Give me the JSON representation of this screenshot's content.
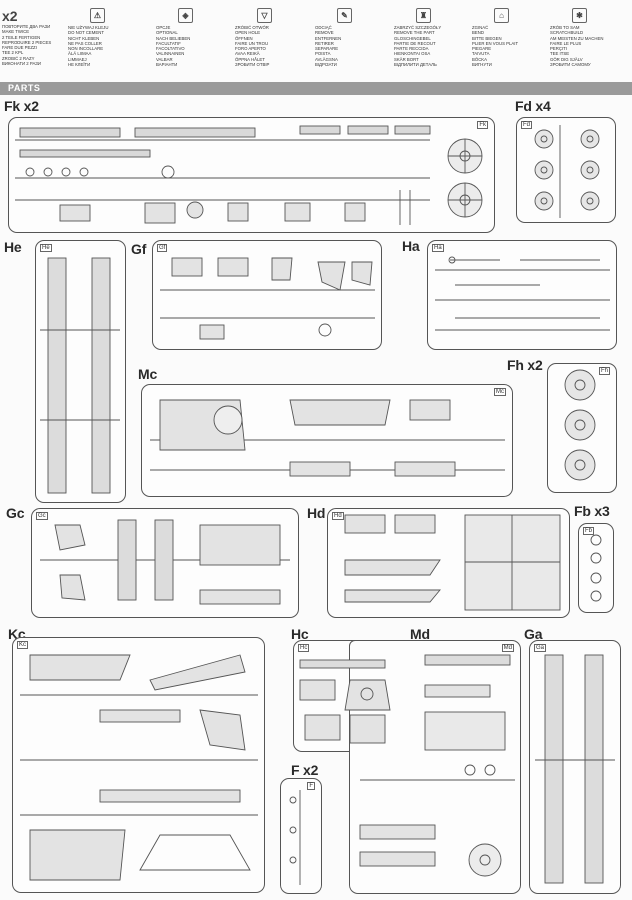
{
  "legend": [
    {
      "icon": "x2",
      "lines": [
        "ПОВТОРИТЕ ДВА РАЗИ",
        "MAKE TWICE",
        "2 TEILE FERTIGEN",
        "REPRODUIRE 2 PIECES",
        "FARE DUE PEZZI",
        "TEE 2 KPL",
        "ZROBIĆ 2 RAZY",
        "ВИКОНАТИ 2 РАЗИ"
      ]
    },
    {
      "icon": "no-glue-icon",
      "lines": [
        "NIE UŻYWAJ KLEJU",
        "DO NOT CEMENT",
        "NICHT KLEBEN",
        "NE PAS COLLER",
        "NON INCOLLARE",
        "ÄLÄ LIIMAA",
        "LIMMAEJ",
        "НЕ КЛЕЇТИ"
      ]
    },
    {
      "icon": "optional-icon",
      "lines": [
        "OPCJE",
        "OPTIONAL",
        "NACH BELIEBEN",
        "FACULTATIF",
        "FACOLTATIVO",
        "VALINNAINEN",
        "VALBAR",
        "ВАРІАНТИ"
      ]
    },
    {
      "icon": "open-hole-icon",
      "lines": [
        "ZRÓBIĆ OTWÓR",
        "OPEN HOLE",
        "ÖFFNEN",
        "FAIRE UN TROU",
        "FORO APERTO",
        "AVAA REIKÄ",
        "ÖPPNA HÅLET",
        "ЗРОБИТИ ОТВІР"
      ]
    },
    {
      "icon": "remove-icon",
      "lines": [
        "ODCIĄĆ",
        "REMOVE",
        "ENTFERNEN",
        "RETIRER",
        "SEPARARE",
        "POISTA",
        "AVLÄGSNA",
        "ВІДРІЗАТИ"
      ]
    },
    {
      "icon": "remove-part-icon",
      "lines": [
        "ZABRZYĆ SZCZEGÓŁY",
        "REMOVE THE PART",
        "GLOSCHINGEBEL",
        "PARTIE DE RECOUT",
        "PARTE RECCIDA",
        "HIENKONTAI OSA",
        "SKÄR BORT",
        "ВІДПИЛИТИ ДЕТАЛЬ"
      ]
    },
    {
      "icon": "bend-icon",
      "lines": [
        "ZGINAĆ",
        "BEND",
        "BITTE BIEGEN",
        "PLIER EN VOUS PLAIT",
        "PIEGARE",
        "TAIVUTA",
        "BÖCKA",
        "ВИГНУТИ"
      ]
    },
    {
      "icon": "scratchbuild-icon",
      "lines": [
        "ZRÓB TO SAM",
        "SCRATCHBUILD",
        "AM MEISTEN ZU MACHEN",
        "FAIRE LE PLUS",
        "PERÇITI",
        "TEE ITSE",
        "GÖR DIG SJÄLV",
        "ЗРОБИТИ САМОМУ"
      ]
    }
  ],
  "header": {
    "title": "PARTS"
  },
  "sprues": [
    {
      "id": "fk",
      "label": "Fk x2",
      "tag": "Fk"
    },
    {
      "id": "fd",
      "label": "Fd x4",
      "tag": "Fd"
    },
    {
      "id": "he",
      "label": "He",
      "tag": "He"
    },
    {
      "id": "gf",
      "label": "Gf",
      "tag": "Gf"
    },
    {
      "id": "ha",
      "label": "Ha",
      "tag": "Ha"
    },
    {
      "id": "mc",
      "label": "Mc",
      "tag": "Mc"
    },
    {
      "id": "fh",
      "label": "Fh x2",
      "tag": "Fh"
    },
    {
      "id": "gc",
      "label": "Gc",
      "tag": "Gc"
    },
    {
      "id": "hd",
      "label": "Hd",
      "tag": "Hd"
    },
    {
      "id": "fb",
      "label": "Fb x3",
      "tag": "Fb"
    },
    {
      "id": "kc",
      "label": "Kc",
      "tag": "Kc"
    },
    {
      "id": "hc",
      "label": "Hc",
      "tag": "Hc"
    },
    {
      "id": "md",
      "label": "Md",
      "tag": "Md"
    },
    {
      "id": "ga",
      "label": "Ga",
      "tag": "Ga"
    },
    {
      "id": "f",
      "label": "F x2",
      "tag": "F"
    }
  ]
}
